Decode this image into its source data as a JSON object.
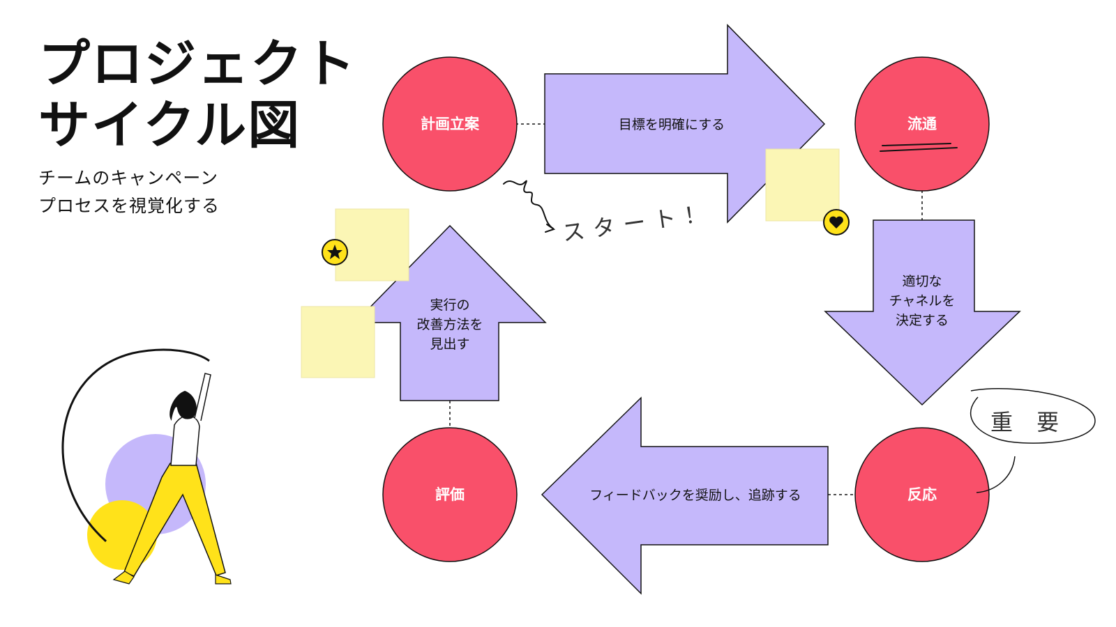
{
  "title": {
    "line1": "プロジェクト",
    "line2": "サイクル図"
  },
  "subtitle": {
    "line1": "チームのキャンペーン",
    "line2": "プロセスを視覚化する"
  },
  "stages": {
    "plan": "計画立案",
    "distribution": "流通",
    "response": "反応",
    "evaluation": "評価"
  },
  "arrows": {
    "goal": "目標を明確にする",
    "channel": [
      "適切な",
      "チャネルを",
      "決定する"
    ],
    "feedback": "フィードバックを奨励し、追跡する",
    "improve": [
      "実行の",
      "改善方法を",
      "見出す"
    ]
  },
  "annotations": {
    "start": "スタート！",
    "important": "重 要"
  },
  "icons": [
    "heart-icon",
    "star-icon"
  ],
  "colors": {
    "stage_circle": "#f9506a",
    "arrow_fill": "#c5b8fb",
    "sticky_note": "#fbf6b5",
    "badge": "#ffe21a",
    "accent_yellow": "#ffe21a"
  }
}
